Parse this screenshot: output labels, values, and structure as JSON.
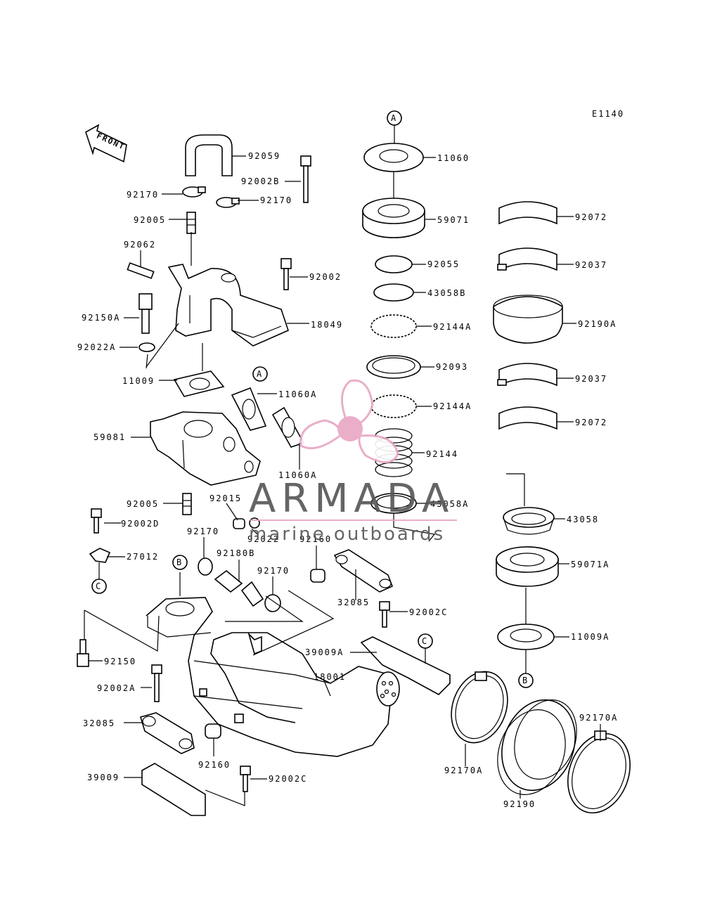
{
  "diagram_code": "E1140",
  "front_label": "FRONT",
  "watermark": {
    "brand": "ARMADA",
    "tagline": "marine outboards",
    "color": "#e8a6c4",
    "text_color": "#555555"
  },
  "refs": {
    "a": "A",
    "b": "B",
    "c": "C"
  },
  "parts": {
    "p92059": "92059",
    "p92002b": "92002B",
    "p92170_top_left": "92170",
    "p92170_top_right": "92170",
    "p92005_top": "92005",
    "p92062": "92062",
    "p92002": "92002",
    "p92150a": "92150A",
    "p18049": "18049",
    "p92022a": "92022A",
    "p11009": "11009",
    "p11060a_top": "11060A",
    "p59081": "59081",
    "p11060a_bottom": "11060A",
    "p92005_bottom": "92005",
    "p92015": "92015",
    "p92022": "92022",
    "p92002d": "92002D",
    "p92170_mid": "92170",
    "p92160_top": "92160",
    "p27012": "27012",
    "p92180b": "92180B",
    "p92170_mid2": "92170",
    "p32085_top": "32085",
    "p92002c_top": "92002C",
    "p39009a": "39009A",
    "p92150": "92150",
    "p18001": "18001",
    "p92002a": "92002A",
    "p32085_bottom": "32085",
    "p92160_bottom": "92160",
    "p92002c_bottom": "92002C",
    "p39009": "39009",
    "p11060": "11060",
    "p59071": "59071",
    "p92055": "92055",
    "p43058b": "43058B",
    "p92144a_top": "92144A",
    "p92093": "92093",
    "p92144a_bottom": "92144A",
    "p92144": "92144",
    "p43058a": "43058A",
    "p92072_top": "92072",
    "p92037_top": "92037",
    "p92190a": "92190A",
    "p92037_bottom": "92037",
    "p92072_bottom": "92072",
    "p43058": "43058",
    "p59071a": "59071A",
    "p11009a": "11009A",
    "p92170a_left": "92170A",
    "p92170a_right": "92170A",
    "p92190": "92190"
  }
}
